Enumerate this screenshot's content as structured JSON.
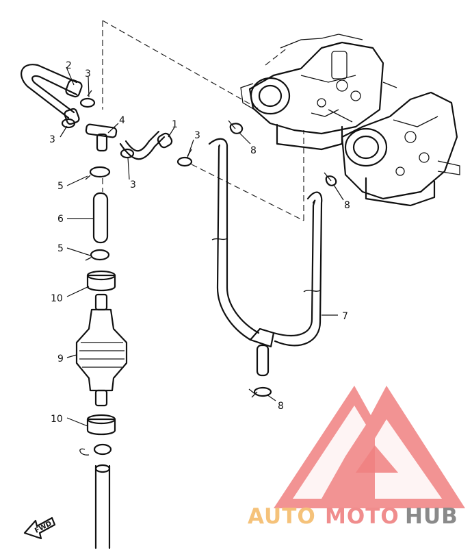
{
  "callouts": [
    "1",
    "2",
    "3",
    "3",
    "3",
    "3",
    "4",
    "5",
    "5",
    "6",
    "7",
    "8",
    "8",
    "8",
    "9",
    "10",
    "10"
  ],
  "fwd_label": "FWD",
  "watermark": {
    "part1": "AUTO",
    "part2": "MOTO",
    "part3": "HUB",
    "color1": "#f5c27a",
    "color2": "#f08d8d",
    "color3": "#8a8a8a",
    "logo_color": "#f08080"
  }
}
